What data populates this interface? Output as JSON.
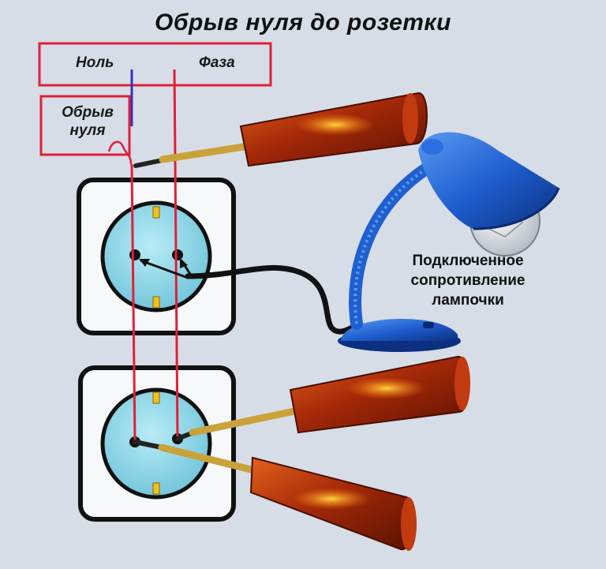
{
  "title": "Обрыв нуля до розетки",
  "labels": {
    "neutral": "Ноль",
    "phase": "Фаза",
    "neutral_break_line1": "Обрыв",
    "neutral_break_line2": "нуля"
  },
  "lamp_note": {
    "line1": "Подключенное",
    "line2": "сопротивление",
    "line3": "лампочки"
  },
  "colors": {
    "background": "#d6dde6",
    "wire_red": "#e0203a",
    "wire_blue": "#3d2fb8",
    "label_box": "#e0203a",
    "socket_face": "#8fd4e6",
    "lamp_blue": "#1f5fd0",
    "screwdriver_handle": "#b0300a",
    "screwdriver_shaft": "#c9a23a"
  }
}
